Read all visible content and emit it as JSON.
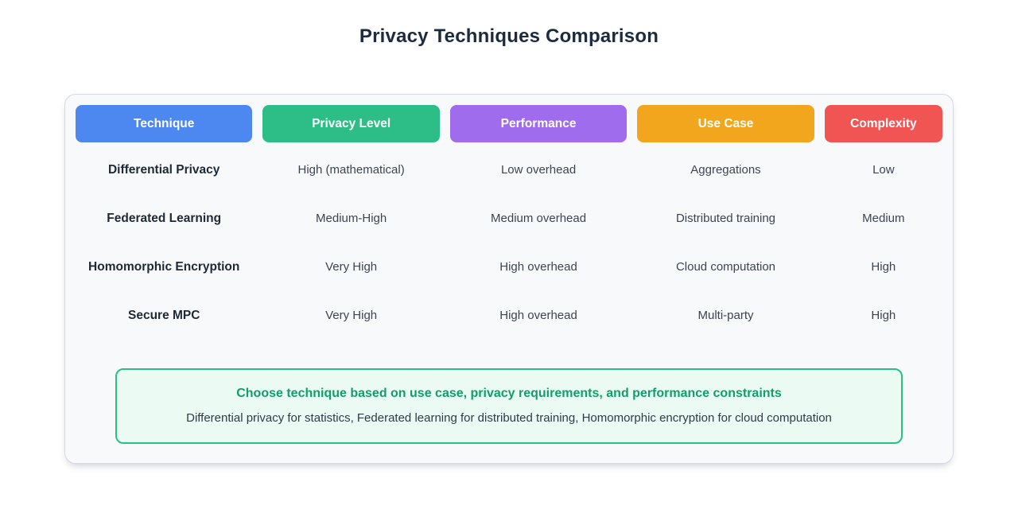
{
  "title": "Privacy Techniques Comparison",
  "chart_data": {
    "type": "table",
    "title": "Privacy Techniques Comparison",
    "columns": [
      {
        "label": "Technique",
        "color": "#4d87f0"
      },
      {
        "label": "Privacy Level",
        "color": "#2dbe87"
      },
      {
        "label": "Performance",
        "color": "#a06cee"
      },
      {
        "label": "Use Case",
        "color": "#f2a61d"
      },
      {
        "label": "Complexity",
        "color": "#f05553"
      }
    ],
    "rows": [
      [
        "Differential Privacy",
        "High (mathematical)",
        "Low overhead",
        "Aggregations",
        "Low"
      ],
      [
        "Federated Learning",
        "Medium-High",
        "Medium overhead",
        "Distributed training",
        "Medium"
      ],
      [
        "Homomorphic Encryption",
        "Very High",
        "High overhead",
        "Cloud computation",
        "High"
      ],
      [
        "Secure MPC",
        "Very High",
        "High overhead",
        "Multi-party",
        "High"
      ]
    ]
  },
  "note": {
    "heading": "Choose technique based on use case, privacy requirements, and performance constraints",
    "detail": "Differential privacy for statistics, Federated learning for distributed training, Homomorphic encryption for cloud computation",
    "border_color": "#2abf87",
    "background": "#ebfaf2",
    "heading_color": "#0f9e6d"
  }
}
